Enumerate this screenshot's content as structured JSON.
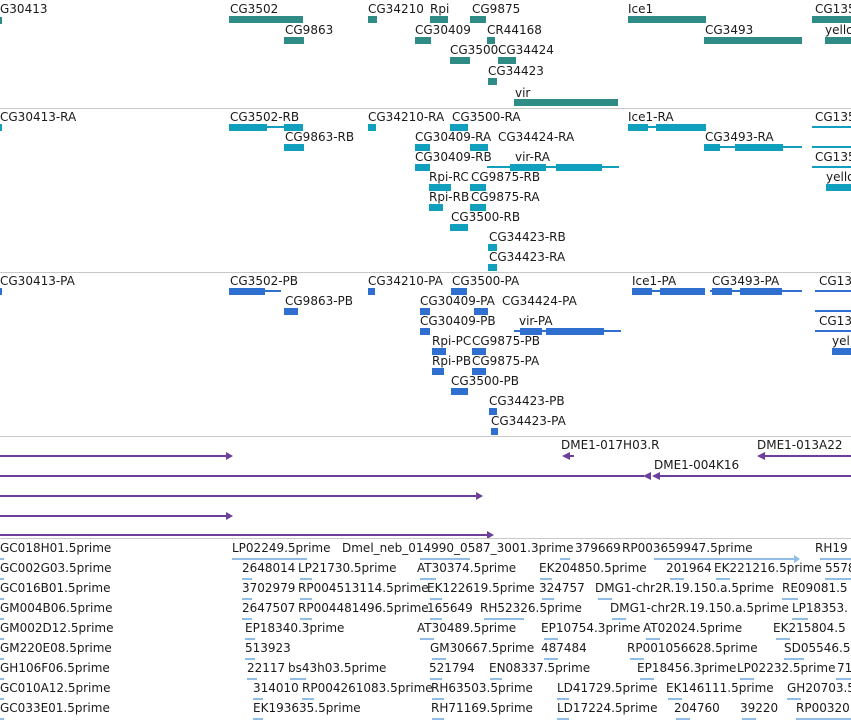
{
  "tracks": {
    "genes": {
      "labels": [
        "G30413",
        "CG3502",
        "CG9863",
        "CG34210",
        "Rpi",
        "CG30409",
        "CG9875",
        "CR44168",
        "CG3500",
        "CG34424",
        "CG34423",
        "vir",
        "Ice1",
        "CG3493",
        "CG135",
        "yello"
      ]
    },
    "transcripts": {
      "labels": [
        "CG30413-RA",
        "CG3502-RB",
        "CG9863-RB",
        "CG34210-RA",
        "CG3500-RA",
        "CG30409-RA",
        "CG34424-RA",
        "CG30409-RB",
        "vir-RA",
        "Rpi-RC",
        "CG9875-RB",
        "Rpi-RB",
        "CG9875-RA",
        "CG3500-RB",
        "CG34423-RB",
        "CG34423-RA",
        "Ice1-RA",
        "CG3493-RA",
        "CG135",
        "CG135",
        "yello"
      ]
    },
    "proteins": {
      "labels": [
        "CG30413-PA",
        "CG3502-PB",
        "CG9863-PB",
        "CG34210-PA",
        "CG3500-PA",
        "CG30409-PA",
        "CG34424-PA",
        "CG30409-PB",
        "vir-PA",
        "Rpi-PC",
        "CG9875-PB",
        "Rpi-PB",
        "CG9875-PA",
        "CG3500-PB",
        "CG34423-PB",
        "CG34423-PA",
        "Ice1-PA",
        "CG3493-PA",
        "CG13",
        "CG13",
        "yell"
      ]
    },
    "clones": {
      "labels": [
        "DME1-017H03.R",
        "DME1-013A22",
        "DME1-004K16"
      ]
    },
    "ests": {
      "col1": [
        "GC018H01.5prime",
        "GC002G03.5prime",
        "GC016B01.5prime",
        "GM004B06.5prime",
        "GM002D12.5prime",
        "GM220E08.5prime",
        "GH106F06.5prime",
        "GC010A12.5prime",
        "GC033E01.5prime"
      ],
      "others": [
        "LP02249.5prime",
        "Dmel_neb_014990_0587_3001.3prime",
        "379669",
        "RP003659947.5prime",
        "RH19",
        "2648014",
        "LP21730.5prime",
        "AT30374.5prime",
        "EK204850.5prime",
        "201964",
        "EK221216.5prime",
        "5578",
        "3702979",
        "RP004513114.5prime",
        "EK122619.5prime",
        "324757",
        "DMG1-chr2R.19.150.a.5prime",
        "RE09081.5",
        "2647507",
        "RP004481496.5prime",
        "165649",
        "RH52326.5prime",
        "DMG1-chr2R.19.150.a.5prime",
        "LP18353.",
        "EP18340.3prime",
        "AT30489.5prime",
        "EP10754.3prime",
        "AT02024.5prime",
        "EK215804.5",
        "513923",
        "GM30667.5prime",
        "487484",
        "RP001056628.5prime",
        "SD05546.5",
        "22117",
        "bs43h03.5prime",
        "521794",
        "EN08337.5prime",
        "EP18456.3prime",
        "LP02232.5prime",
        "71",
        "314010",
        "RP004261083.5prime",
        "RH63503.5prime",
        "LD41729.5prime",
        "EK146111.5prime",
        "GH20703.5",
        "EK193635.5prime",
        "RH71169.5prime",
        "LD17224.5prime",
        "204760",
        "39220",
        "RP00320"
      ]
    }
  },
  "colors": {
    "gene": "#2e8b86",
    "transcript": "#10a0bd",
    "protein": "#2f6fd0",
    "clone": "#6b3f9a",
    "est": "#8fbde6",
    "separator": "#c8c8c8"
  }
}
